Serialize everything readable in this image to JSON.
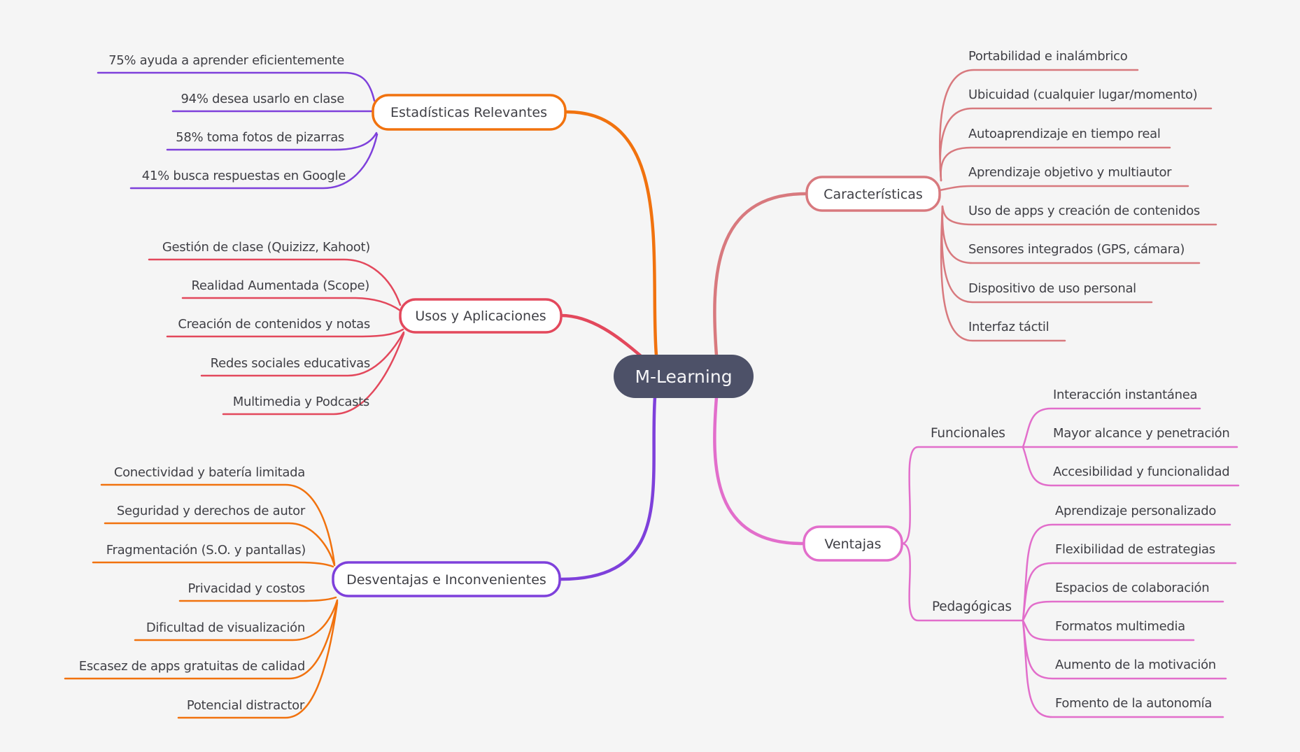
{
  "title": "M-Learning",
  "colors": {
    "background": "#f5f5f5",
    "center_fill": "#4d5168",
    "center_text": "#f5f5f7",
    "orange": "#f1720e",
    "purple": "#7e40db",
    "red": "#e3485c",
    "rose": "#d8797e",
    "pink": "#e26ecb",
    "text": "#3f3f45",
    "node_fill": "#ffffff"
  },
  "branches": {
    "estadisticas": {
      "label": "Estadísticas Relevantes",
      "children": [
        "75% ayuda a aprender eficientemente",
        "94% desea usarlo en clase",
        "58% toma fotos de pizarras",
        "41% busca respuestas en Google"
      ]
    },
    "usos": {
      "label": "Usos y Aplicaciones",
      "children": [
        "Gestión de clase (Quizizz, Kahoot)",
        "Realidad Aumentada (Scope)",
        "Creación de contenidos y notas",
        "Redes sociales educativas",
        "Multimedia y Podcasts"
      ]
    },
    "desventajas": {
      "label": "Desventajas e Inconvenientes",
      "children": [
        "Conectividad y batería limitada",
        "Seguridad y derechos de autor",
        "Fragmentación (S.O. y pantallas)",
        "Privacidad y costos",
        "Dificultad de visualización",
        "Escasez de apps gratuitas de calidad",
        "Potencial distractor"
      ]
    },
    "caracteristicas": {
      "label": "Características",
      "children": [
        "Portabilidad e inalámbrico",
        "Ubicuidad (cualquier lugar/momento)",
        "Autoaprendizaje en tiempo real",
        "Aprendizaje objetivo y multiautor",
        "Uso de apps y creación de contenidos",
        "Sensores integrados (GPS, cámara)",
        "Dispositivo de uso personal",
        "Interfaz táctil"
      ]
    },
    "ventajas": {
      "label": "Ventajas",
      "groups": [
        {
          "label": "Funcionales",
          "children": [
            "Interacción instantánea",
            "Mayor alcance y penetración",
            "Accesibilidad y funcionalidad"
          ]
        },
        {
          "label": "Pedagógicas",
          "children": [
            "Aprendizaje personalizado",
            "Flexibilidad de estrategias",
            "Espacios de colaboración",
            "Formatos multimedia",
            "Aumento de la motivación",
            "Fomento de la autonomía"
          ]
        }
      ]
    }
  }
}
